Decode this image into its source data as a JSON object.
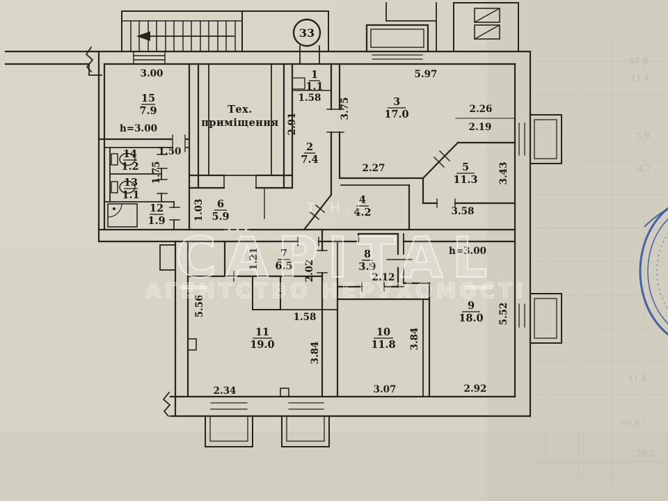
{
  "plan": {
    "unit_badge": "33",
    "tech_room": {
      "line1": "Тех.",
      "line2": "приміщення"
    },
    "rooms": [
      {
        "num": "15",
        "area": "7.9"
      },
      {
        "num": "14",
        "area": "1.2"
      },
      {
        "num": "13",
        "area": "1.1"
      },
      {
        "num": "12",
        "area": "1.9"
      },
      {
        "num": "6",
        "area": "5.9"
      },
      {
        "num": "1",
        "area": "1.1"
      },
      {
        "num": "2",
        "area": "7.4"
      },
      {
        "num": "3",
        "area": "17.0"
      },
      {
        "num": "4",
        "area": "4.2"
      },
      {
        "num": "5",
        "area": "11.3"
      },
      {
        "num": "7",
        "area": "6.5"
      },
      {
        "num": "8",
        "area": "3.9"
      },
      {
        "num": "9",
        "area": "18.0"
      },
      {
        "num": "10",
        "area": "11.8"
      },
      {
        "num": "11",
        "area": "19.0"
      }
    ],
    "dims": [
      "3.00",
      "h=3.00",
      "1.50",
      "1.75",
      "1.03",
      "1.58",
      "2.91",
      "5.97",
      "3.75",
      "2.26",
      "2.19",
      "2.27",
      "3.43",
      "3.58",
      "1.21",
      "2.02",
      "2.12",
      "h=3.00",
      "5.56",
      "1.58",
      "3.84",
      "3.84",
      "2.34",
      "3.07",
      "2.92",
      "5.52"
    ]
  },
  "watermark": {
    "top": "T.H.E",
    "main": "CAPITAL",
    "sub": "АГЕНТСТВО НЕРУХОМОСТІ"
  },
  "ghost_numbers": [
    "87.8",
    "11.4",
    "5.9",
    "4.7",
    "11.6",
    "69.8",
    "20.2"
  ],
  "colors": {
    "paper": "#d7d3c5",
    "ink": "#26241d",
    "stamp_blue": "#2d4f9e"
  }
}
